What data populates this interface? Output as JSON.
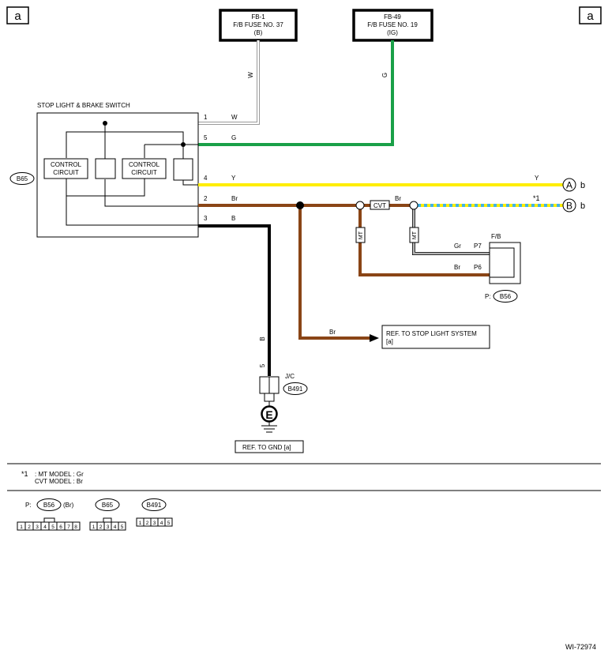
{
  "corner_labels": {
    "left": "a",
    "right": "a"
  },
  "fuse_boxes": [
    {
      "line1": "FB-1",
      "line2": "F/B FUSE NO. 37",
      "line3": "(B)"
    },
    {
      "line1": "FB-49",
      "line2": "F/B FUSE NO. 19",
      "line3": "(IG)"
    }
  ],
  "switch": {
    "title": "STOP LIGHT & BRAKE SWITCH",
    "connector": "B65",
    "control_circuit_1": {
      "line1": "CONTROL",
      "line2": "CIRCUIT"
    },
    "control_circuit_2": {
      "line1": "CONTROL",
      "line2": "CIRCUIT"
    },
    "pins": [
      {
        "pin": "1",
        "color": "W"
      },
      {
        "pin": "5",
        "color": "G"
      },
      {
        "pin": "4",
        "color": "Y"
      },
      {
        "pin": "2",
        "color": "Br"
      },
      {
        "pin": "3",
        "color": "B"
      }
    ]
  },
  "wires": {
    "w_vertical": "W",
    "g_vertical": "G",
    "y_right": "Y",
    "br_right": "Br",
    "b_vertical": "B",
    "b_pin": "5",
    "br_ref": "Br",
    "mt_left": "MT",
    "mt_right": "MT",
    "cvt": "CVT",
    "star_note": "*1",
    "colors": {
      "W": "#c8c8c8",
      "G": "#1aa048",
      "Y": "#ffee00",
      "Br": "#8a4516",
      "B": "#000000",
      "LightBlue": "#40b4e6"
    }
  },
  "connectors_right": {
    "a_letter": "A",
    "a_suffix": "b",
    "b_letter": "B",
    "b_suffix": "b"
  },
  "fb": {
    "label": "F/B",
    "pin_p7": "P7",
    "pin_p6": "P6",
    "gr_label": "Gr",
    "br_label": "Br",
    "connector_prefix": "P:",
    "connector": "B56"
  },
  "ref_stop": {
    "line1": "REF. TO STOP LIGHT SYSTEM",
    "line2": "[a]"
  },
  "jc": {
    "label": "J/C",
    "connector": "B491",
    "ground_letter": "E"
  },
  "ref_gnd": "REF. TO GND  [a]",
  "notes": {
    "marker": "*1",
    "line1": ": MT MODEL  : Gr",
    "line2": "  CVT MODEL  : Br"
  },
  "legend": {
    "p_prefix": "P:",
    "b56": "B56",
    "b56_color": "(Br)",
    "b65": "B65",
    "b491": "B491",
    "b56_pins": [
      "1",
      "2",
      "3",
      "4",
      "5",
      "6",
      "7",
      "8"
    ],
    "b65_pins": [
      "1",
      "2",
      "3",
      "4",
      "5"
    ],
    "b491_pins": [
      "1",
      "2",
      "3",
      "4",
      "5"
    ]
  },
  "figure_id": "WI-72974"
}
